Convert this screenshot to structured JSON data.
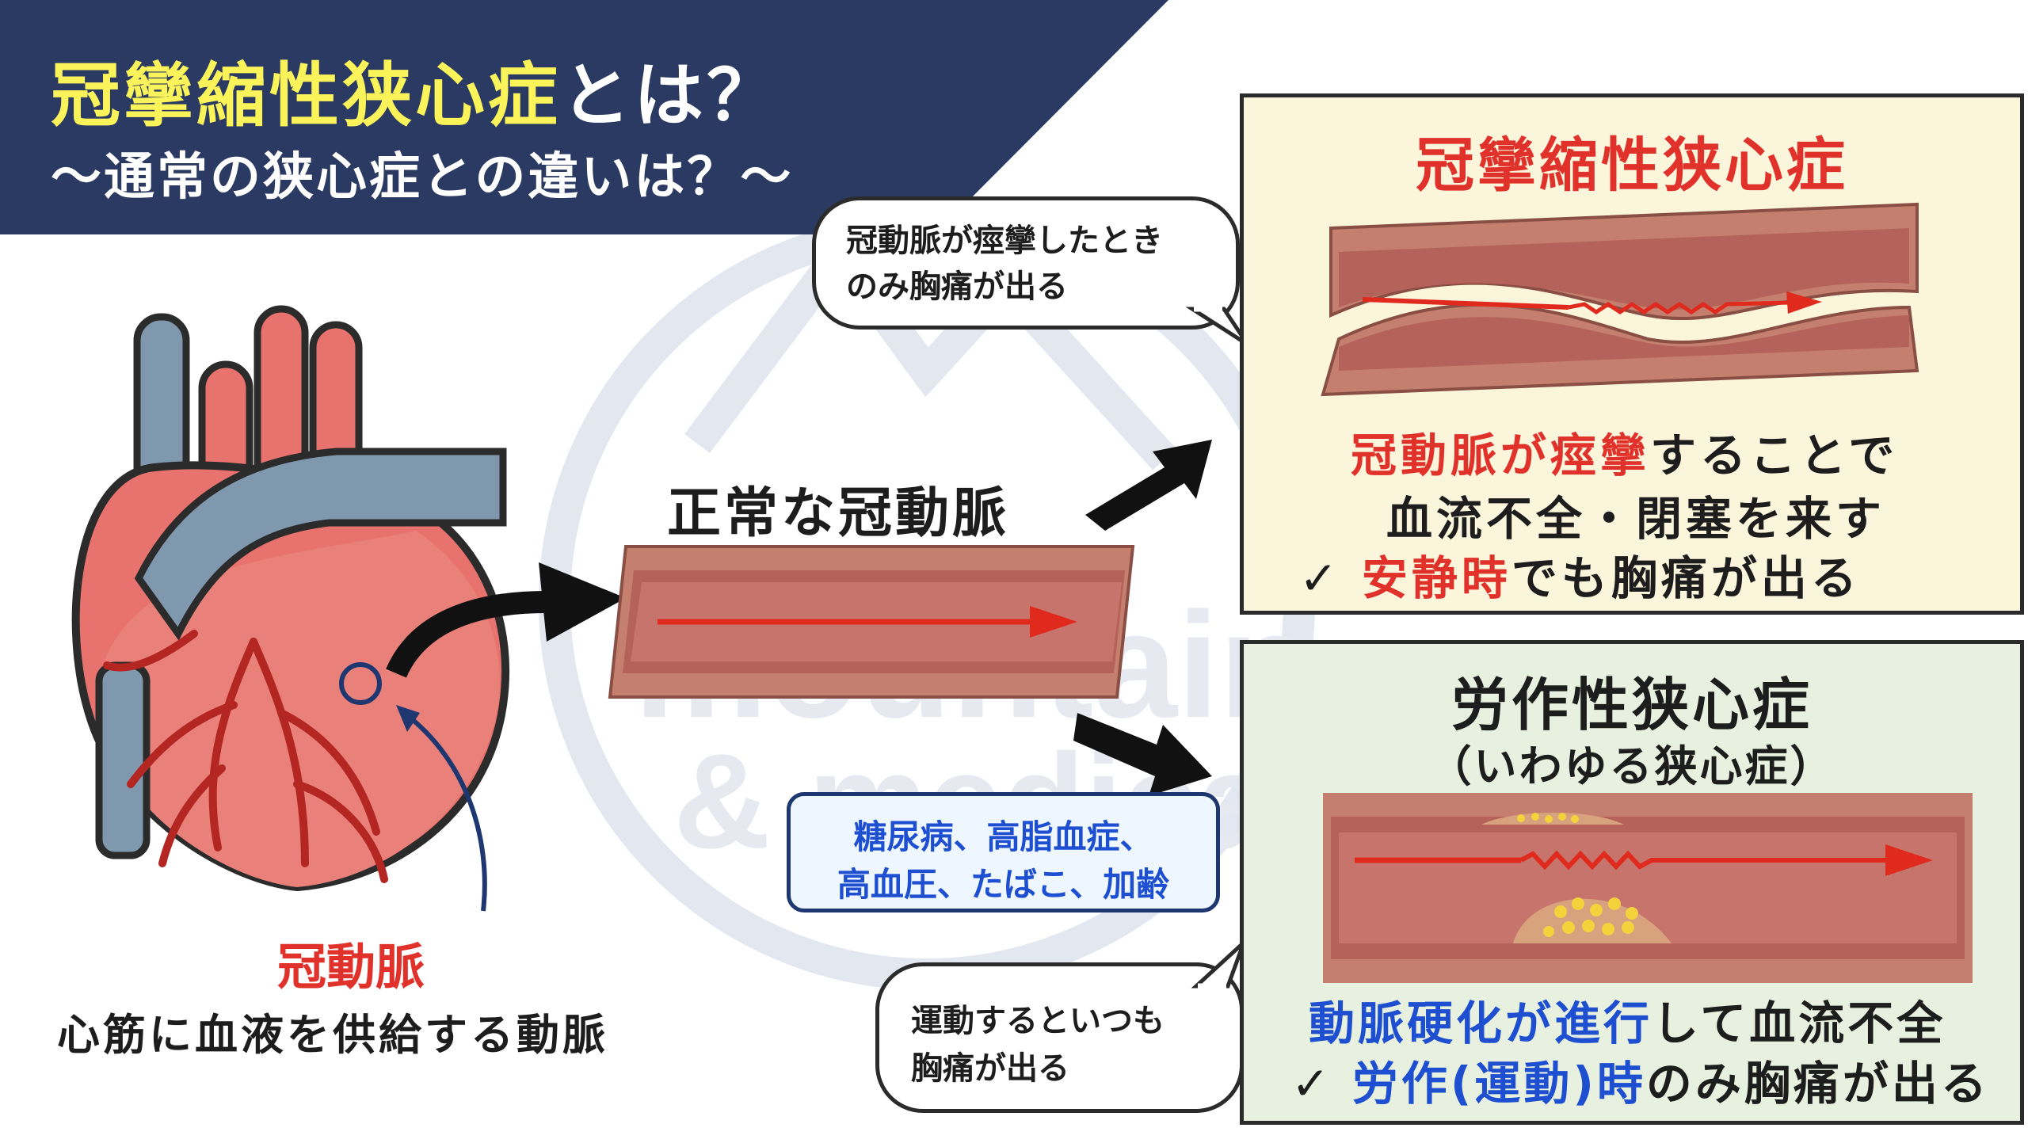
{
  "header": {
    "title_highlight": "冠攣縮性狭心症",
    "title_rest": "とは？",
    "subtitle": "〜通常の狭心症との違いは？〜"
  },
  "watermark": {
    "line1": "mountain",
    "line2": "& medical"
  },
  "heart": {
    "artery_label": "冠動脈",
    "artery_desc": "心筋に血液を供給する動脈"
  },
  "center": {
    "normal_label": "正常な冠動脈",
    "risk_factors_line1": "糖尿病、高脂血症、",
    "risk_factors_line2": "高血圧、たばこ、加齢"
  },
  "bubble_top": {
    "line1": "冠動脈が痙攣したとき",
    "line2": "のみ胸痛が出る"
  },
  "bubble_bottom": {
    "line1": "運動するといつも",
    "line2": "胸痛が出る"
  },
  "panel_vasospastic": {
    "title": "冠攣縮性狭心症",
    "desc1_red": "冠動脈が痙攣",
    "desc1_rest": "することで",
    "desc2": "血流不全・閉塞を来す",
    "check_mark": "✓",
    "desc3_red": "安静時",
    "desc3_rest": "でも胸痛が出る"
  },
  "panel_exertional": {
    "title": "労作性狭心症",
    "subtitle": "（いわゆる狭心症）",
    "desc1_blue": "動脈硬化が進行",
    "desc1_rest": "して血流不全",
    "check_mark": "✓",
    "desc2_blue": "労作(運動)時",
    "desc2_rest": "のみ胸痛が出る"
  },
  "colors": {
    "header_navy": "#2b3a62",
    "title_yellow": "#fbf35a",
    "accent_red": "#e0312b",
    "accent_blue": "#1d4fd0",
    "panel_top_bg": "#fbf5dc",
    "panel_bottom_bg": "#e8f1df",
    "heart_red": "#e8726d",
    "vein_blue": "#7f98ae"
  }
}
